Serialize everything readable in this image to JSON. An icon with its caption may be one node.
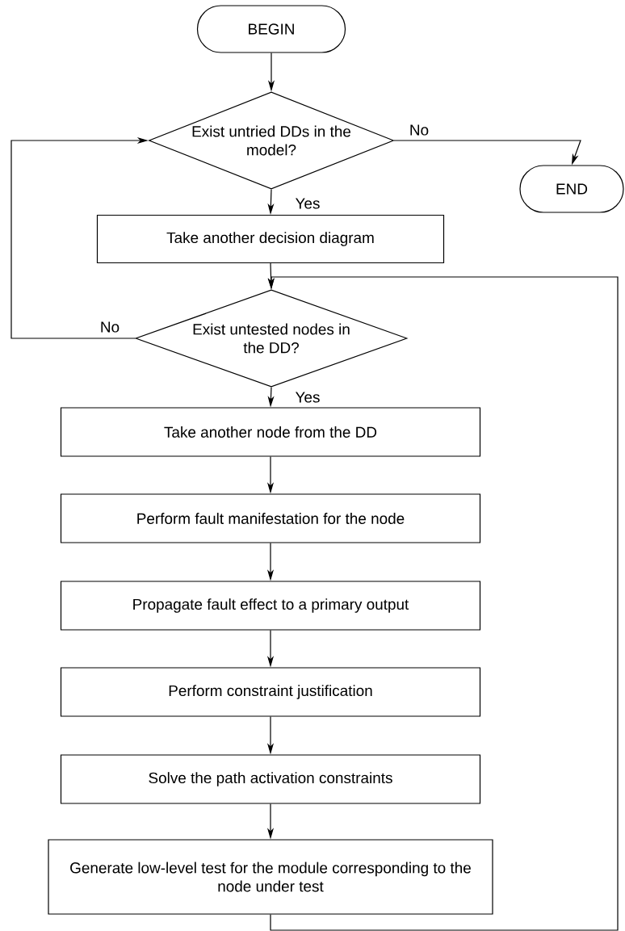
{
  "diagram": {
    "nodes": [
      {
        "text": [
          "BEGIN"
        ]
      },
      {
        "text": [
          "Exist untried DDs in the model?"
        ]
      },
      {
        "text": [
          "END"
        ]
      },
      {
        "text": [
          "Take another decision diagram"
        ]
      },
      {
        "text": [
          "Exist untested nodes in the DD?"
        ]
      },
      {
        "text": [
          "Take another node from the DD"
        ]
      },
      {
        "text": [
          "Perform fault manifestation for the node"
        ]
      },
      {
        "text": [
          "Propagate fault effect to a primary output"
        ]
      },
      {
        "text": [
          "Perform constraint justification"
        ]
      },
      {
        "text": [
          "Solve the path activation constraints"
        ]
      },
      {
        "text": [
          "Generate low-level test for the module corresponding to the node under test"
        ]
      }
    ],
    "edges": [
      {
        "from": 0,
        "to": 1,
        "arrow": "to"
      },
      {
        "from": 1,
        "to": 2,
        "arrow": "to",
        "label": "No"
      },
      {
        "from": 1,
        "to": 3,
        "arrow": "to",
        "label": "Yes"
      },
      {
        "from": 3,
        "to": 4,
        "arrow": "to"
      },
      {
        "from": 4,
        "to": 1,
        "arrow": "to",
        "label": "No"
      },
      {
        "from": 4,
        "to": 5,
        "arrow": "to",
        "label": "Yes"
      },
      {
        "from": 5,
        "to": 6,
        "arrow": "to"
      },
      {
        "from": 6,
        "to": 7,
        "arrow": "to"
      },
      {
        "from": 7,
        "to": 8,
        "arrow": "to"
      },
      {
        "from": 8,
        "to": 9,
        "arrow": "to"
      },
      {
        "from": 9,
        "to": 10,
        "arrow": "to"
      },
      {
        "from": 10,
        "to": 4,
        "arrow": "to"
      }
    ]
  }
}
